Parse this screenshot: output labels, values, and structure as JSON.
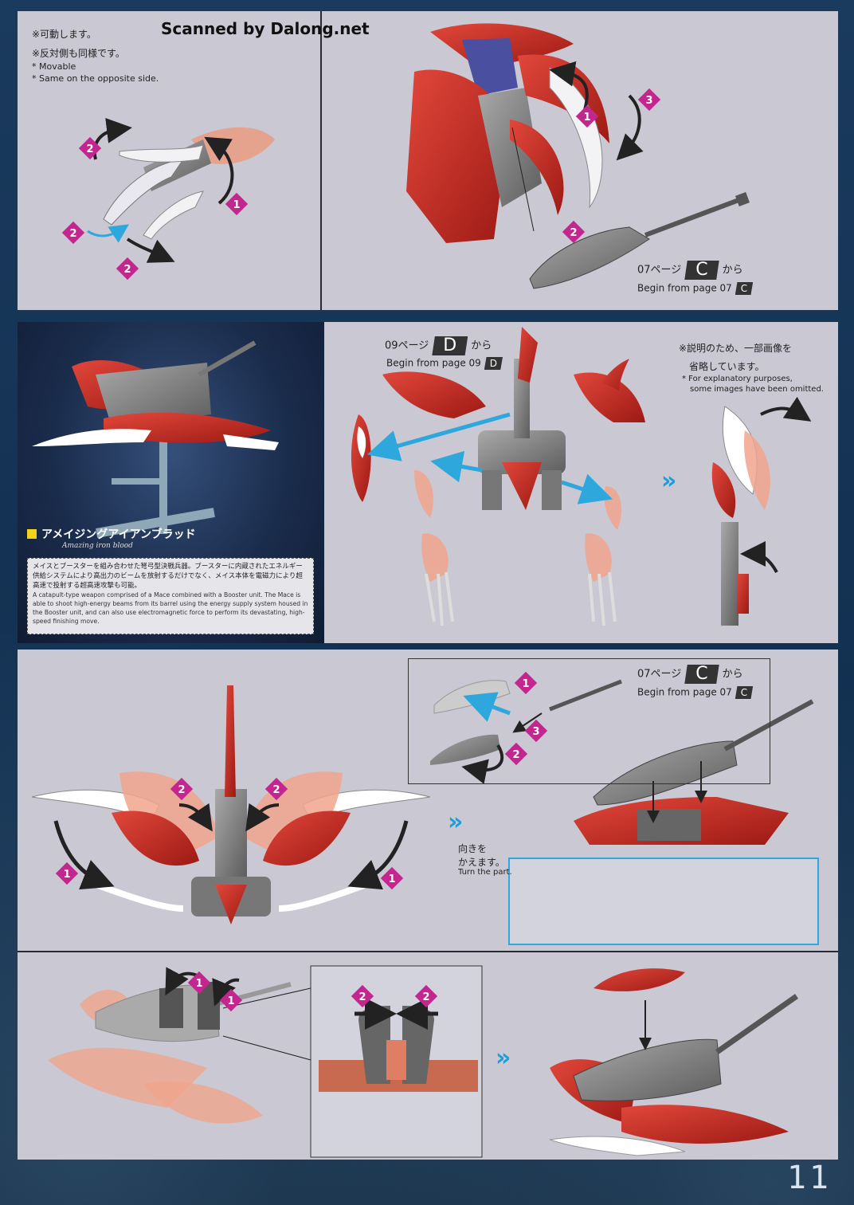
{
  "watermark": "Scanned by Dalong.net",
  "page_number": "11",
  "step1": {
    "note_jp_1": "※可動します。",
    "note_jp_2": "※反対側も同様です。",
    "note_en_1": "* Movable",
    "note_en_2": "* Same on the opposite side.",
    "ref_jp_pre": "07ページ",
    "ref_letter": "C",
    "ref_jp_post": "から",
    "ref_en": "Begin from page 07",
    "ref_mini": "C"
  },
  "showcase": {
    "product_jp": "アメイジングアイアンブラッド",
    "product_en": "Amazing iron blood",
    "desc_jp": "メイスとブースターを組み合わせた弩弓型決戦兵器。ブースターに内蔵されたエネルギー供給システムにより高出力のビームを放射するだけでなく、メイス本体を電磁力により超高速で投射する超高速攻撃も可能。",
    "desc_en": "A catapult-type weapon comprised of a Mace combined with a Booster unit. The Mace is able to shoot high-energy beams from its barrel using the energy supply system housed in the Booster unit, and can also use electromagnetic force to perform its devastating, high-speed finishing move."
  },
  "step2": {
    "ref_jp_pre": "09ページ",
    "ref_letter": "D",
    "ref_jp_post": "から",
    "ref_en": "Begin from page 09",
    "ref_mini": "D",
    "note_jp_1": "※説明のため、一部画像を",
    "note_jp_2": "省略しています。",
    "note_en_1": "* For explanatory purposes,",
    "note_en_2": "some images have been omitted."
  },
  "step3": {
    "ref_jp_pre": "07ページ",
    "ref_letter": "C",
    "ref_jp_post": "から",
    "ref_en": "Begin from page 07",
    "ref_mini": "C",
    "turn_jp_1": "向きを",
    "turn_jp_2": "かえます。",
    "turn_en": "Turn the part."
  },
  "chevron": "»",
  "colors": {
    "panel": "#c9c8d3",
    "badge": "#c3268f",
    "red_part": "#c8281e",
    "gray_part": "#8d8d8d",
    "arrow_blue": "#2ea7dd",
    "chevron": "#1e9ed8"
  }
}
